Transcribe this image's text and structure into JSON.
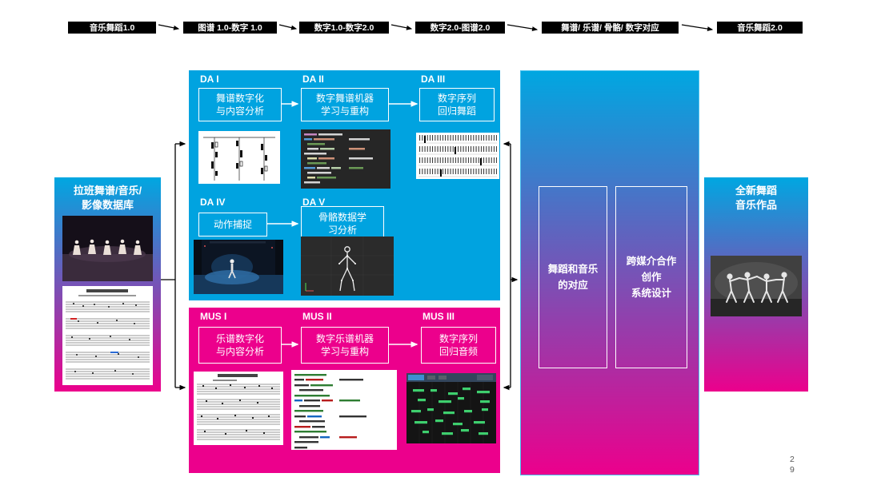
{
  "page_number": "29",
  "timeline": {
    "stages": [
      {
        "label": "音乐舞蹈1.0"
      },
      {
        "label": "图谱 1.0-数字 1.0"
      },
      {
        "label": "数字1.0-数字2.0"
      },
      {
        "label": "数字2.0-图谱2.0"
      },
      {
        "label": "舞谱/ 乐谱/ 骨骼/ 数字对应"
      },
      {
        "label": "音乐舞蹈2.0"
      }
    ]
  },
  "source_panel": {
    "title": "拉班舞谱/音乐/\n影像数据库",
    "images": [
      {
        "name": "dance-performance-photo"
      },
      {
        "name": "laban-music-score-scan"
      }
    ]
  },
  "da_panel": {
    "steps": [
      {
        "id": "DA I",
        "label": "舞谱数字化\n与内容分析",
        "image": "laban-notation-scan"
      },
      {
        "id": "DA II",
        "label": "数字舞谱机器\n学习与重构",
        "image": "dark-code-terminal"
      },
      {
        "id": "DA III",
        "label": "数字序列\n回归舞蹈",
        "image": "generated-notation-sequence"
      },
      {
        "id": "DA IV",
        "label": "动作捕捉",
        "image": "motion-capture-stage-photo"
      },
      {
        "id": "DA V",
        "label": "骨骼数据学\n习分析",
        "image": "skeleton-data-visualization"
      }
    ]
  },
  "mus_panel": {
    "steps": [
      {
        "id": "MUS I",
        "label": "乐谱数字化\n与内容分析",
        "image": "sheet-music-scan"
      },
      {
        "id": "MUS II",
        "label": "数字乐谱机器\n学习与重构",
        "image": "light-code-editor"
      },
      {
        "id": "MUS III",
        "label": "数字序列\n回归音频",
        "image": "midi-piano-roll"
      }
    ]
  },
  "integration_panel": {
    "boxes": [
      {
        "label": "舞蹈和音乐\n的对应"
      },
      {
        "label": "跨媒介合作\n创作\n系统设计"
      }
    ]
  },
  "output_panel": {
    "title": "全新舞蹈\n音乐作品",
    "images": [
      {
        "name": "new-dance-work-photo"
      }
    ]
  },
  "colors": {
    "cyan": "#00A3E0",
    "magenta": "#EC008C",
    "timeline_bar": "#000000",
    "integration_border": "#49C1EE"
  }
}
